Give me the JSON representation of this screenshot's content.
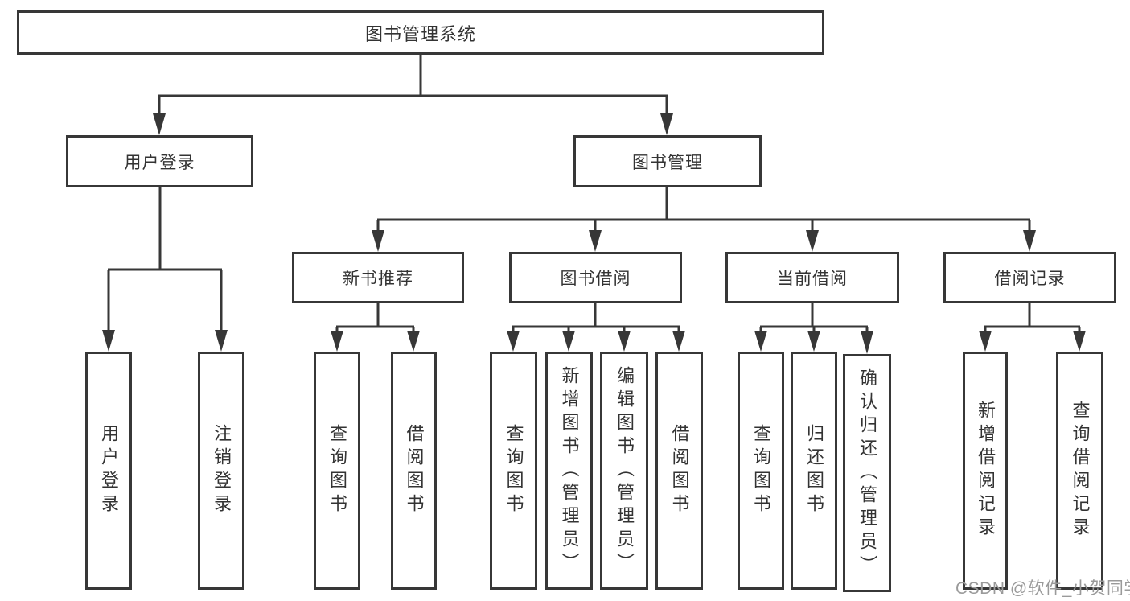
{
  "diagram": {
    "watermark": "CSDN @软件_小贺同学",
    "colors": {
      "line": "#373737",
      "text": "#333333",
      "watermark": "#9a9a9a",
      "background": "#ffffff"
    },
    "nodes": {
      "root": "图书管理系统",
      "user_login": "用户登录",
      "book_mgmt": "图书管理",
      "new_book_rec": "新书推荐",
      "book_borrow": "图书借阅",
      "current_borrow": "当前借阅",
      "borrow_record": "借阅记录",
      "leaf_user_login": "用户登录",
      "leaf_logout": "注销登录",
      "leaf_nb_query": "查询图书",
      "leaf_nb_borrow": "借阅图书",
      "leaf_bb_query": "查询图书",
      "leaf_bb_add": "新增图书（管理员）",
      "leaf_bb_edit": "编辑图书（管理员）",
      "leaf_bb_borrow": "借阅图书",
      "leaf_cb_query": "查询图书",
      "leaf_cb_return": "归还图书",
      "leaf_cb_confirm": "确认归还（管理员）",
      "leaf_br_add": "新增借阅记录",
      "leaf_br_query": "查询借阅记录"
    },
    "structure": {
      "图书管理系统": [
        "用户登录",
        "图书管理"
      ],
      "用户登录": [
        "用户登录",
        "注销登录"
      ],
      "图书管理": [
        "新书推荐",
        "图书借阅",
        "当前借阅",
        "借阅记录"
      ],
      "新书推荐": [
        "查询图书",
        "借阅图书"
      ],
      "图书借阅": [
        "查询图书",
        "新增图书（管理员）",
        "编辑图书（管理员）",
        "借阅图书"
      ],
      "当前借阅": [
        "查询图书",
        "归还图书",
        "确认归还（管理员）"
      ],
      "借阅记录": [
        "新增借阅记录",
        "查询借阅记录"
      ]
    }
  }
}
